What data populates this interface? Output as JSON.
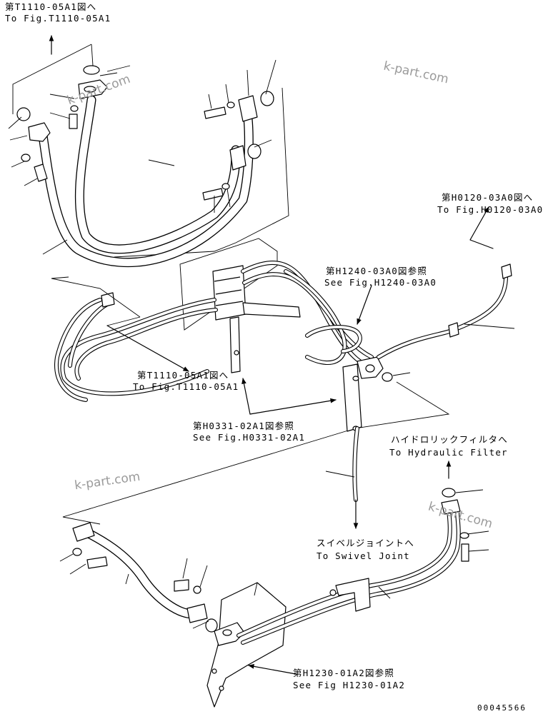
{
  "refs": {
    "top_jp": "第T1110-05A1図へ",
    "top_en": "To Fig.T1110-05A1",
    "right_jp": "第H0120-03A0図へ",
    "right_en": "To Fig.H0120-03A0",
    "h1240_jp": "第H1240-03A0図参照",
    "h1240_en": "See Fig.H1240-03A0",
    "mid_jp": "第T1110-05A1図へ",
    "mid_en": "To Fig.T1110-05A1",
    "h0331_jp": "第H0331-02A1図参照",
    "h0331_en": "See Fig.H0331-02A1",
    "filter_jp": "ハイドロリックフィルタへ",
    "filter_en": "To Hydraulic Filter",
    "swivel_jp": "スイベルジョイントへ",
    "swivel_en": "To Swivel Joint",
    "h1230_jp": "第H1230-01A2図参照",
    "h1230_en": "See Fig H1230-01A2"
  },
  "watermark": "k-part.com",
  "drawing_number": "00045566"
}
